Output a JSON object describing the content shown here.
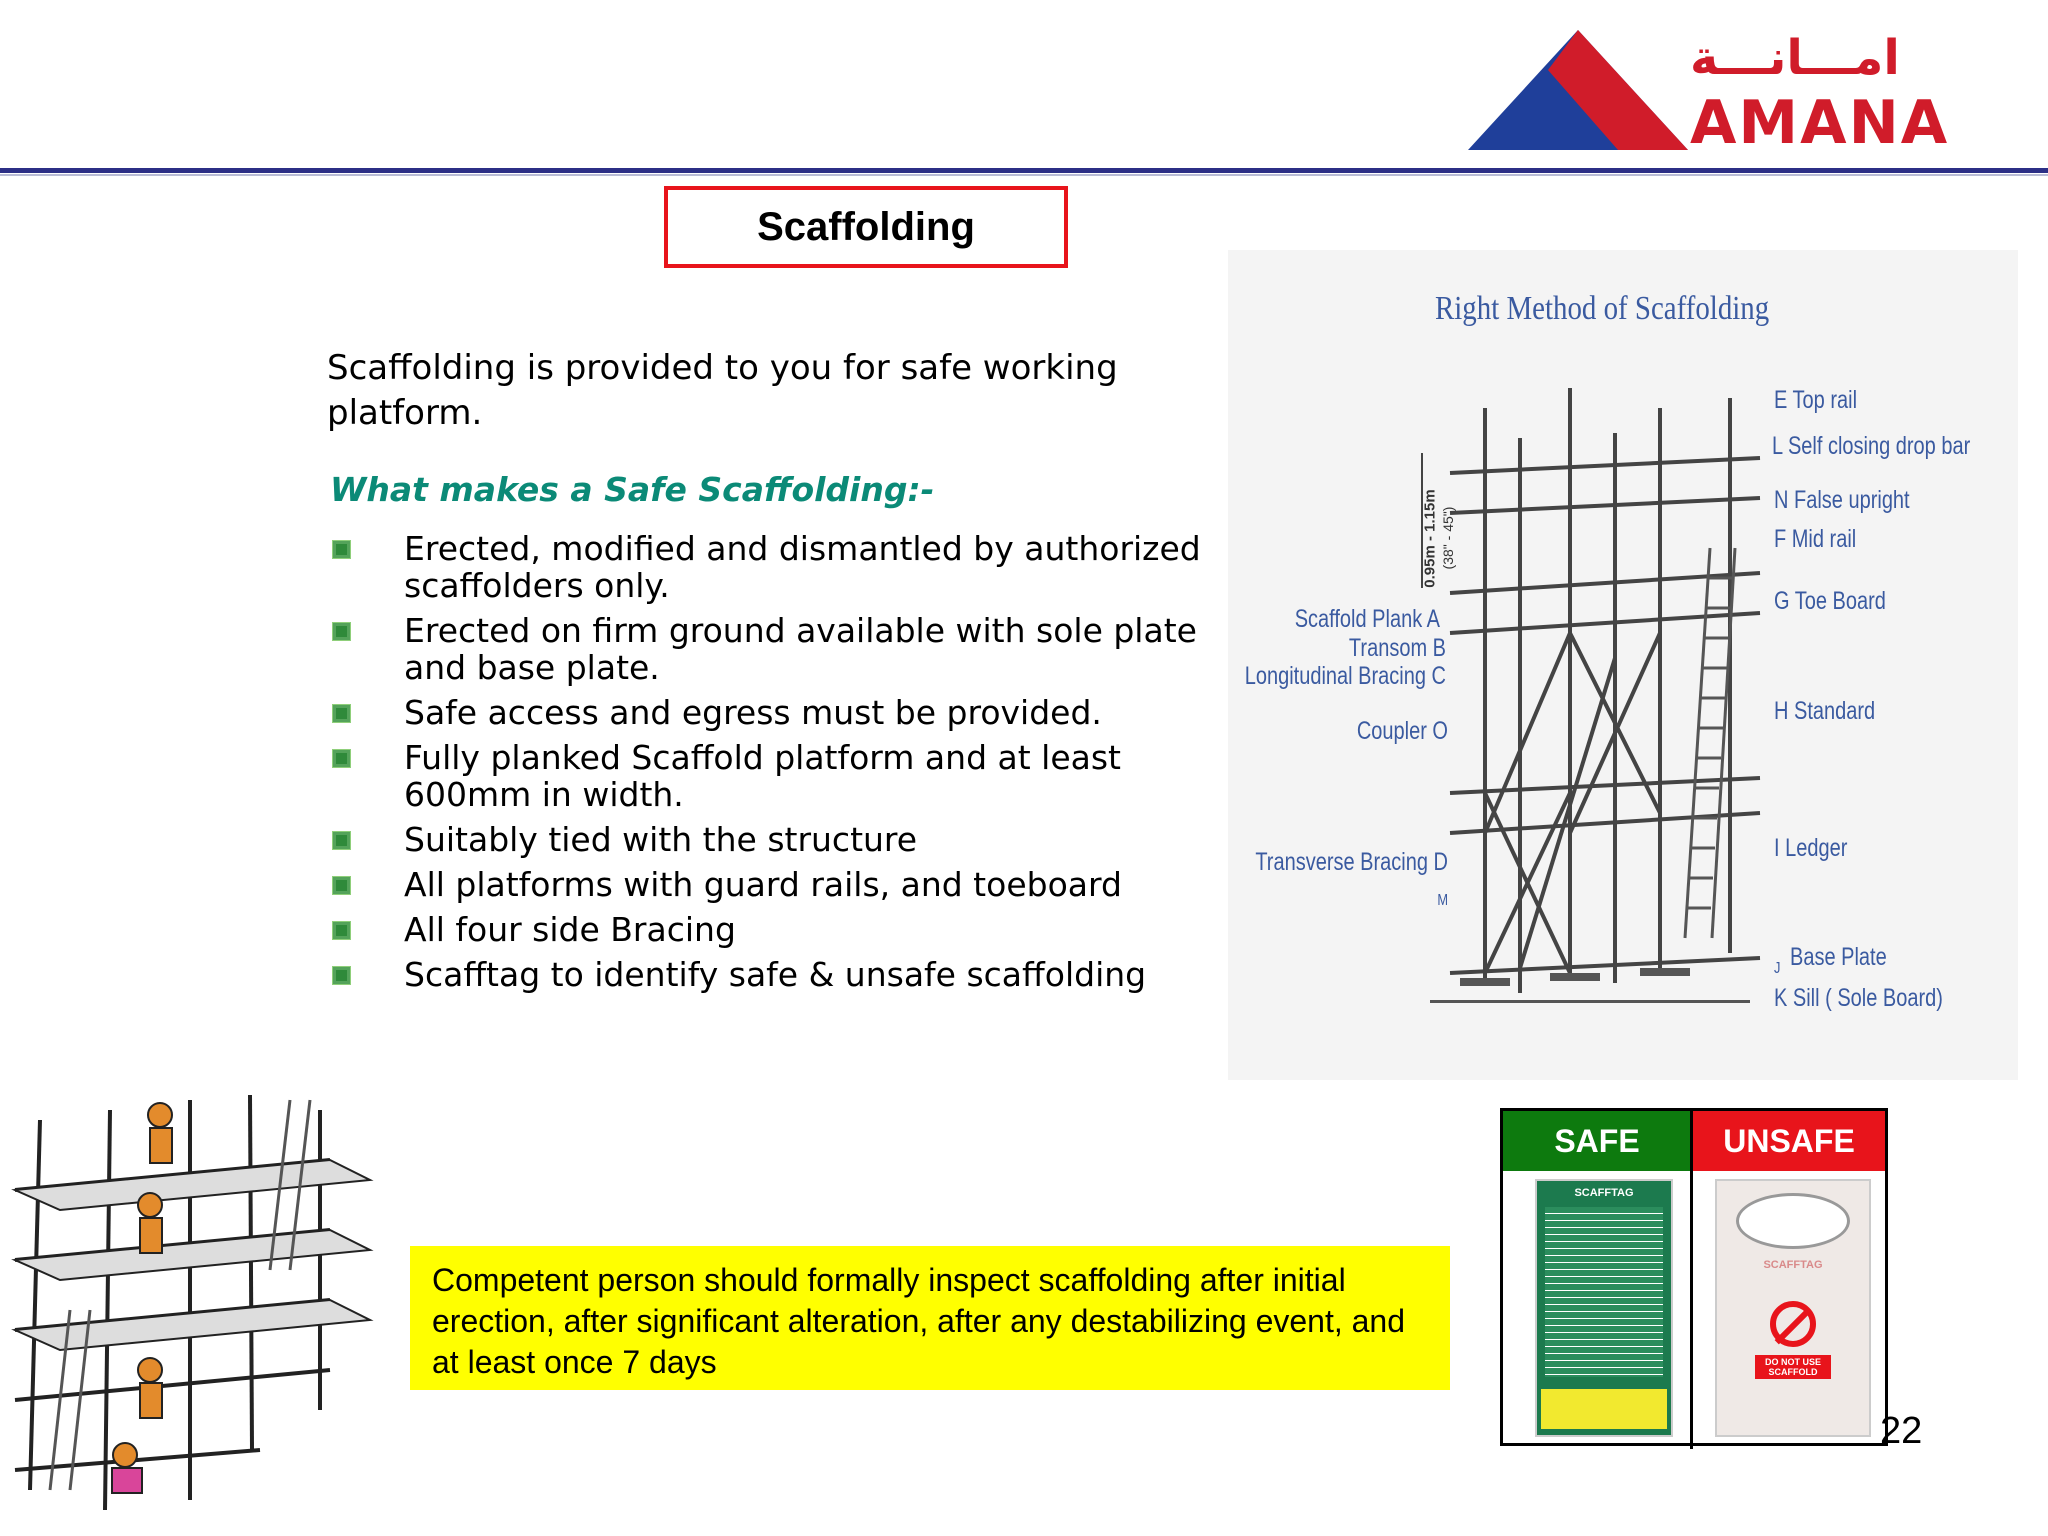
{
  "header": {
    "logo_text_en": "AMANA",
    "logo_text_ar": "امـــانـــة",
    "brand_colors": {
      "red": "#d01c2a",
      "blue": "#1f3f9a",
      "rule": "#2c2f86"
    }
  },
  "title": "Scaffolding",
  "intro": "Scaffolding is provided to you for safe working platform.",
  "subheading": "What makes  a Safe Scaffolding:-",
  "bullets": [
    "Erected, modified  and dismantled by authorized scaffolders only.",
    "Erected on firm ground available with sole plate and base plate.",
    "Safe access and egress must be provided.",
    "Fully planked Scaffold platform and at least 600mm in width.",
    "Suitably tied with the structure",
    "All platforms with guard rails, and toeboard",
    "All four side Bracing",
    "Scafftag to identify safe  & unsafe scaffolding"
  ],
  "diagram": {
    "title": "Right Method of Scaffolding",
    "dimension_label": "0.95m - 1.15m",
    "dimension_label_imperial": "(38\" - 45\")",
    "labels_right": [
      "E  Top rail",
      "L Self closing drop bar",
      "N False upright",
      "F Mid rail",
      "G Toe Board",
      "H Standard",
      "I  Ledger",
      "J",
      "Base Plate",
      "K Sill ( Sole Board)"
    ],
    "labels_left": [
      "Scaffold Plank A",
      "Transom  B",
      "Longitudinal Bracing C",
      "Coupler  O",
      "Transverse Bracing  D",
      "M"
    ]
  },
  "note": "Competent person should formally inspect scaffolding after initial erection, after significant alteration, after any destabilizing event, and at least once 7 days",
  "tags": {
    "safe_label": "SAFE",
    "unsafe_label": "UNSAFE",
    "safe_tag_header": "SCAFFTAG",
    "unsafe_tag_header": "SCAFFTAG",
    "unsafe_tag_text": "DO NOT USE SCAFFOLD",
    "safe_color": "#0d7a0e",
    "unsafe_color": "#e8141b"
  },
  "page_number": "22"
}
